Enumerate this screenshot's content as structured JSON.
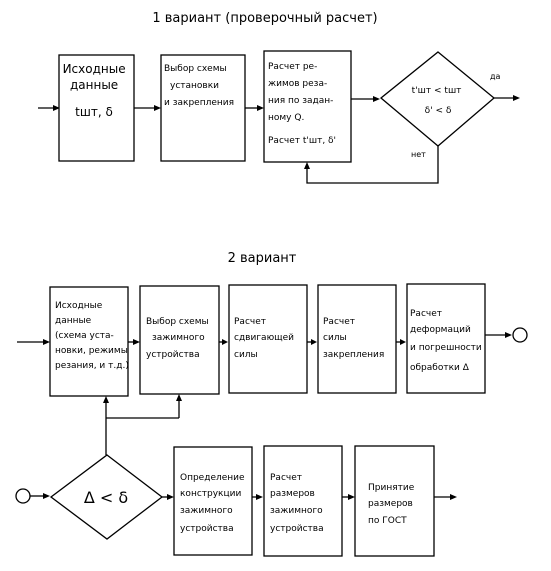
{
  "v1": {
    "title": "1 вариант (проверочный расчет)",
    "box1": [
      "Исходные",
      "данные",
      "tшт, δ"
    ],
    "box2": [
      "Выбор схемы",
      "установки",
      "и закрепления"
    ],
    "box3": [
      "Расчет ре-",
      "жимов реза-",
      "ния по задан-",
      "ному Q.",
      "Расчет t'шт, δ'"
    ],
    "diamond": [
      "t'шт < tшт",
      "δ' < δ"
    ],
    "yes": "да",
    "no": "нет"
  },
  "v2": {
    "title": "2 вариант",
    "box1": [
      "Исходные",
      "данные",
      "(схема уста-",
      "новки, режимы",
      "резания, и т.д.)"
    ],
    "box2": [
      "Выбор схемы",
      "зажимного",
      "устройства"
    ],
    "box3": [
      "Расчет",
      "сдвигающей",
      "силы"
    ],
    "box4": [
      "Расчет",
      "силы",
      "закрепления"
    ],
    "box5": [
      "Расчет",
      "деформаций",
      "и погрешности",
      "обработки Δ"
    ],
    "diamond": "Δ < δ",
    "box6": [
      "Определение",
      "конструкции",
      "зажимного",
      "устройства"
    ],
    "box7": [
      "Расчет",
      "размеров",
      "зажимного",
      "устройства"
    ],
    "box8": [
      "Принятие",
      "размеров",
      "по ГОСТ"
    ]
  }
}
